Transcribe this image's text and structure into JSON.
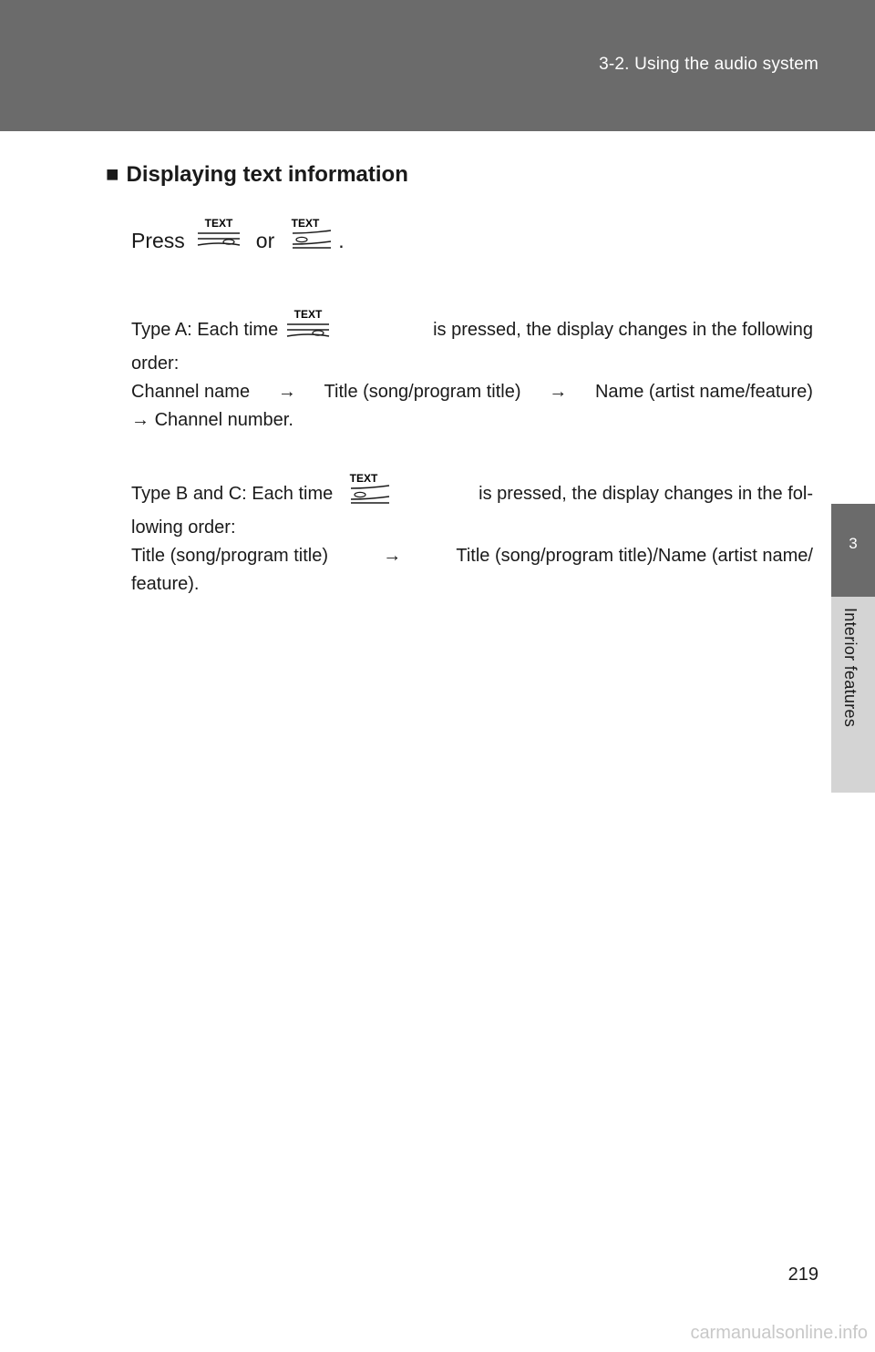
{
  "header": {
    "section_title": "3-2. Using the audio system"
  },
  "side_tab": {
    "chapter_number": "3",
    "chapter_label": "Interior features"
  },
  "section": {
    "heading_marker": "■",
    "heading": "Displaying text information"
  },
  "press_line": {
    "press_label": "Press",
    "or_label": "or",
    "end_punct": "."
  },
  "button_label": "TEXT",
  "type_a": {
    "intro_start": "Type A: Each time",
    "intro_end": "is pressed, the display changes in the following",
    "line2": "order:",
    "seq_1": "Channel name",
    "seq_2": "Title (song/program title)",
    "seq_3": "Name (artist name/feature)",
    "seq_4": "Channel number.",
    "arrow": "→"
  },
  "type_bc": {
    "intro_start": "Type B and C: Each time",
    "intro_end": "is pressed, the display changes in the fol-",
    "line2": "lowing order:",
    "seq_1": "Title (song/program title)",
    "seq_2": "Title (song/program title)/Name (artist name/",
    "seq_3": "feature).",
    "arrow": "→"
  },
  "footer": {
    "page_number": "219",
    "watermark": "carmanualsonline.info"
  },
  "colors": {
    "header_bg": "#6b6b6b",
    "tab_light": "#d4d4d4",
    "text": "#1a1a1a"
  },
  "icons": [
    "text-button-icon-a",
    "text-button-icon-bc"
  ]
}
